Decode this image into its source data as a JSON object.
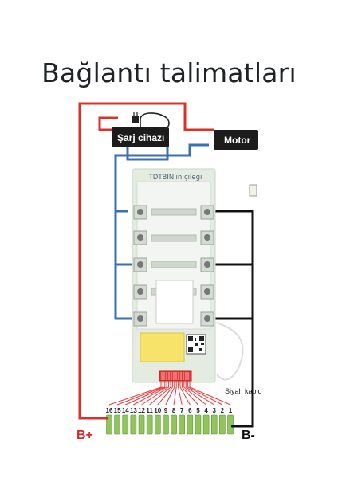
{
  "title": "Bağlantı talimatları",
  "charger_label": "Şarj cihazı",
  "motor_label": "Motor",
  "board_title": "TDTBIN'in çileği",
  "black_cable_label": "Siyah kablo",
  "bplus_label": "B+",
  "bminus_label": "B-",
  "pin_numbers": [
    "16",
    "15",
    "14",
    "13",
    "12",
    "11",
    "10",
    "9",
    "8",
    "7",
    "6",
    "5",
    "4",
    "3",
    "2",
    "1"
  ],
  "colors": {
    "red_wire": "#d9322b",
    "blue_wire": "#3a6fb0",
    "black_wire": "#111111",
    "board_green": "#dfe8dc",
    "balance_red": "#e63939",
    "tab_green": "#8fc55a"
  }
}
